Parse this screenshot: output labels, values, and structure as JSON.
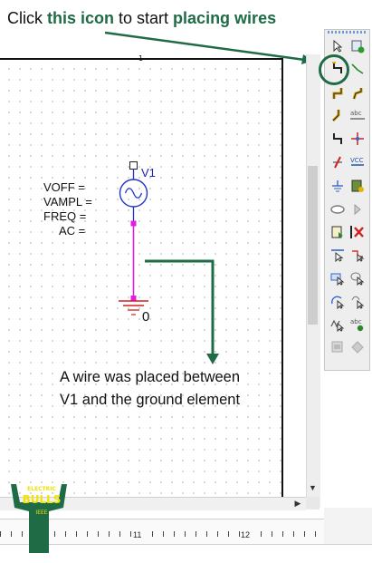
{
  "instruction": {
    "prefix": "Click ",
    "icon_phrase": "this icon",
    "middle": " to start ",
    "action_phrase": "placing wires"
  },
  "schematic": {
    "page_marker": "1",
    "component": {
      "ref": "V1",
      "params": [
        "VOFF =",
        "VAMPL =",
        "FREQ =",
        "AC ="
      ]
    },
    "ground_label": "0"
  },
  "annotation": {
    "line1": "A wire was placed between",
    "line2": "V1 and the ground element"
  },
  "ruler": {
    "label_a": "11",
    "label_b": "12"
  },
  "logo": {
    "line1": "ELECTRIC",
    "line2": "BULLS",
    "line3": "IEEE"
  },
  "colors": {
    "accent_green": "#1f6b45",
    "wire_magenta": "#e01ee0",
    "component_blue": "#2233cc",
    "ground_red": "#d02020",
    "logo_yellow": "#f2e200"
  },
  "toolbar": {
    "tools": [
      {
        "name": "select-icon"
      },
      {
        "name": "place-part-icon"
      },
      {
        "name": "place-wire-icon"
      },
      {
        "name": "place-wire-alt-icon"
      },
      {
        "name": "place-bus-icon"
      },
      {
        "name": "place-bus-alt-icon"
      },
      {
        "name": "bus-entry-icon"
      },
      {
        "name": "net-alias-icon"
      },
      {
        "name": "place-junction-icon"
      },
      {
        "name": "no-connect-icon"
      },
      {
        "name": "place-power-icon"
      },
      {
        "name": "place-offpage-icon"
      },
      {
        "name": "place-ground-icon"
      },
      {
        "name": "hierarchical-block-icon"
      },
      {
        "name": "place-port-icon"
      },
      {
        "name": "hierarchical-pin-icon"
      },
      {
        "name": "place-text-icon"
      },
      {
        "name": "delete-icon"
      },
      {
        "name": "place-line-icon"
      },
      {
        "name": "place-polyline-icon"
      },
      {
        "name": "place-rectangle-icon"
      },
      {
        "name": "place-ellipse-icon"
      },
      {
        "name": "place-arc-icon"
      },
      {
        "name": "place-bezier-icon"
      },
      {
        "name": "place-ieee-icon"
      },
      {
        "name": "place-text-alt-icon"
      },
      {
        "name": "place-picture-icon"
      },
      {
        "name": "pin-array-icon"
      }
    ],
    "text_glyph_1": "abc",
    "text_glyph_2": "abc"
  }
}
